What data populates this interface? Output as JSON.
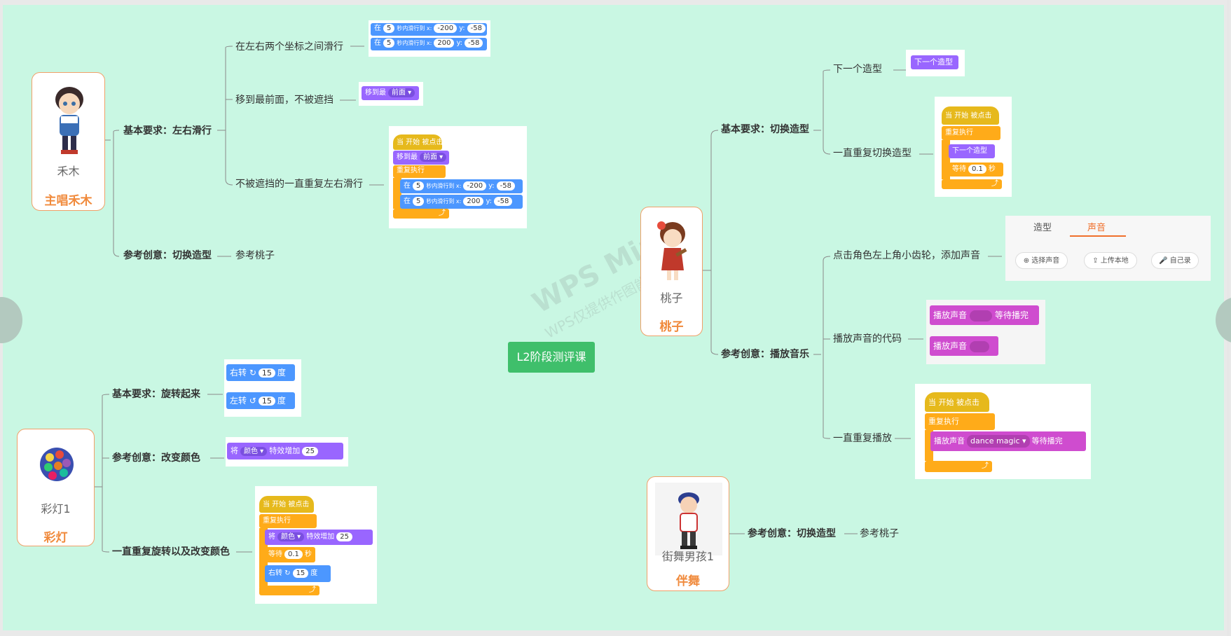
{
  "center": "L2阶段测评课",
  "watermark": {
    "main": "WPS Mind",
    "sub": "WPS仅提供作图能力"
  },
  "characters": {
    "hemu": {
      "name": "禾木",
      "role": "主唱禾木"
    },
    "taozi": {
      "name": "桃子",
      "role": "桃子"
    },
    "caideng": {
      "name": "彩灯1",
      "role": "彩灯"
    },
    "jiewu": {
      "name": "街舞男孩1",
      "role": "伴舞"
    }
  },
  "hemu": {
    "basic": "基本要求：左右滑行",
    "slide": "在左右两个坐标之间滑行",
    "front": "移到最前面，不被遮挡",
    "repeat": "不被遮挡的一直重复左右滑行",
    "idea": "参考创意：切换造型",
    "idea_ref": "参考桃子"
  },
  "taozi": {
    "basic": "基本要求：切换造型",
    "next": "下一个造型",
    "repeat_switch": "一直重复切换造型",
    "music": "参考创意：播放音乐",
    "gear": "点击角色左上角小齿轮，添加声音",
    "sound_code": "播放声音的代码",
    "repeat_play": "一直重复播放"
  },
  "caideng": {
    "basic": "基本要求：旋转起来",
    "color": "参考创意：改变颜色",
    "repeat": "一直重复旋转以及改变颜色"
  },
  "jiewu": {
    "idea": "参考创意：切换造型",
    "idea_ref": "参考桃子"
  },
  "blocks": {
    "glide_prefix": "在",
    "glide_secs": "5",
    "glide_mid": "秒内滑行到 x:",
    "x_left": "-200",
    "x_right": "200",
    "y_label": "y:",
    "y_val": "-58",
    "goto_front": "移到最",
    "front_opt": "前面 ▾",
    "when_flag": "当 开始 被点击",
    "forever": "重复执行",
    "next_costume": "下一个造型",
    "wait": "等待",
    "wait_val": "0.1",
    "sec": "秒",
    "turn_right": "右转 ↻",
    "turn_left": "左转 ↺",
    "deg_val": "15",
    "deg": "度",
    "set_prefix": "将",
    "color_opt": "颜色 ▾",
    "effect_add": "特效增加",
    "effect_val": "25",
    "play_sound": "播放声音",
    "until_done": "等待播完",
    "sound_opt": "dance magic ▾",
    "loop_arrow": "⤴"
  },
  "sound_panel": {
    "tab_costume": "造型",
    "tab_sound": "声音",
    "btn_choose": "⊕ 选择声音",
    "btn_upload": "⇪ 上传本地",
    "btn_record": "🎤 自己录"
  },
  "colors": {
    "bg": "#c9f7e3",
    "center": "#3fbf6b",
    "accent": "#f08a3c",
    "line": "#8a8a8a"
  }
}
